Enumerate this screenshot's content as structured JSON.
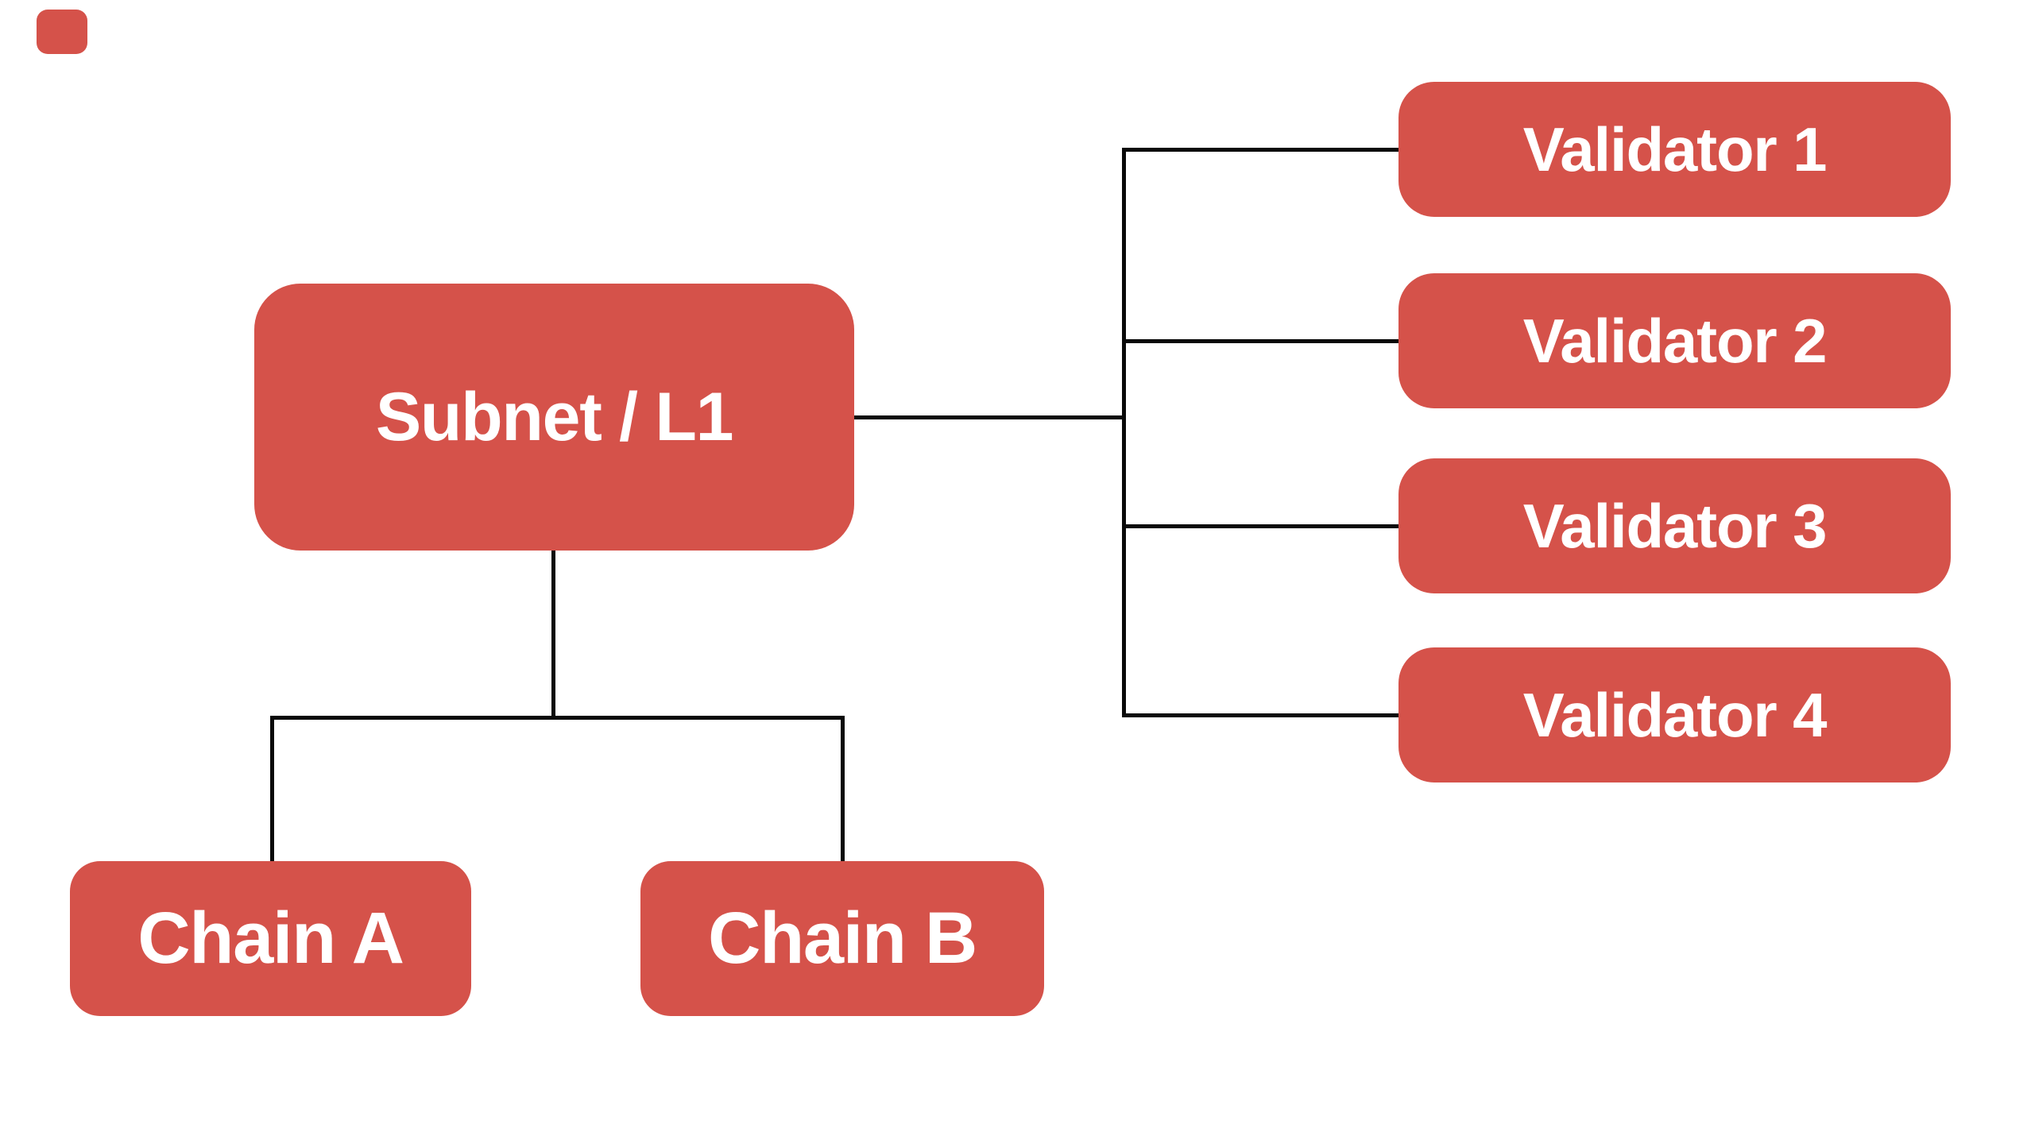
{
  "diagram": {
    "type": "org-tree",
    "colors": {
      "background": "#FFFFFF",
      "node_fill": "#D5524A",
      "node_text": "#FFFFFF",
      "connector": "#0A0A0A"
    },
    "root": {
      "label": "Subnet / L1"
    },
    "validators": [
      {
        "label": "Validator 1"
      },
      {
        "label": "Validator 2"
      },
      {
        "label": "Validator 3"
      },
      {
        "label": "Validator 4"
      }
    ],
    "chains": [
      {
        "label": "Chain A"
      },
      {
        "label": "Chain B"
      }
    ],
    "edges": [
      {
        "from": "Subnet / L1",
        "to": "Validator 1"
      },
      {
        "from": "Subnet / L1",
        "to": "Validator 2"
      },
      {
        "from": "Subnet / L1",
        "to": "Validator 3"
      },
      {
        "from": "Subnet / L1",
        "to": "Validator 4"
      },
      {
        "from": "Subnet / L1",
        "to": "Chain A"
      },
      {
        "from": "Subnet / L1",
        "to": "Chain B"
      }
    ]
  }
}
